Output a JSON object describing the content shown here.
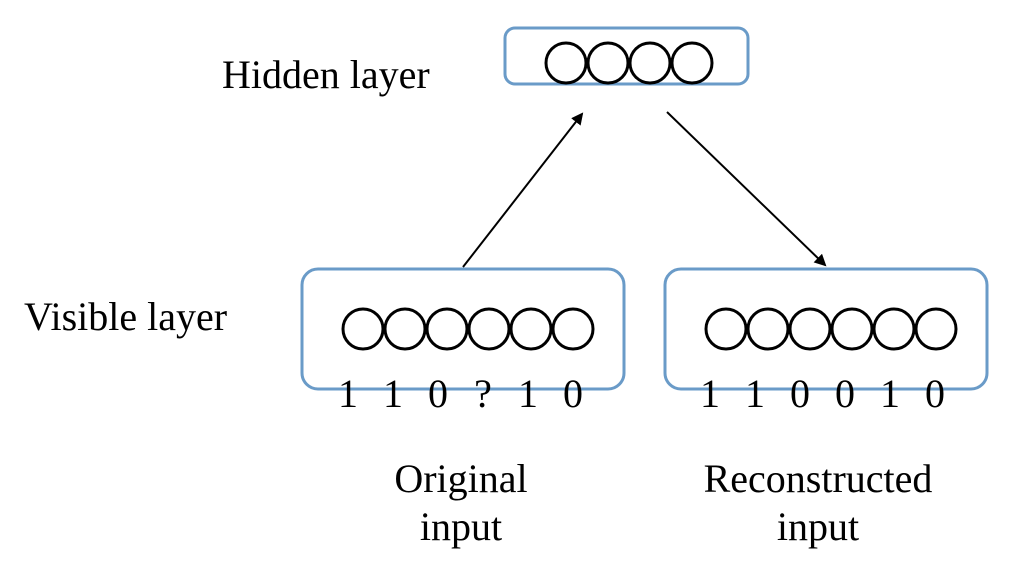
{
  "labels": {
    "hidden_layer": "Hidden layer",
    "visible_layer": "Visible layer",
    "original_line1": "Original",
    "original_line2": "input",
    "reconstructed_line1": "Reconstructed",
    "reconstructed_line2": "input"
  },
  "hidden": {
    "node_count": 4
  },
  "original": {
    "node_count": 6,
    "bits": [
      "1",
      "1",
      "0",
      "?",
      "1",
      "0"
    ]
  },
  "reconstructed": {
    "node_count": 6,
    "bits": [
      "1",
      "1",
      "0",
      "0",
      "1",
      "0"
    ]
  },
  "colors": {
    "box_border": "#6a9bc8",
    "node_stroke": "#000000",
    "arrow": "#000000"
  }
}
